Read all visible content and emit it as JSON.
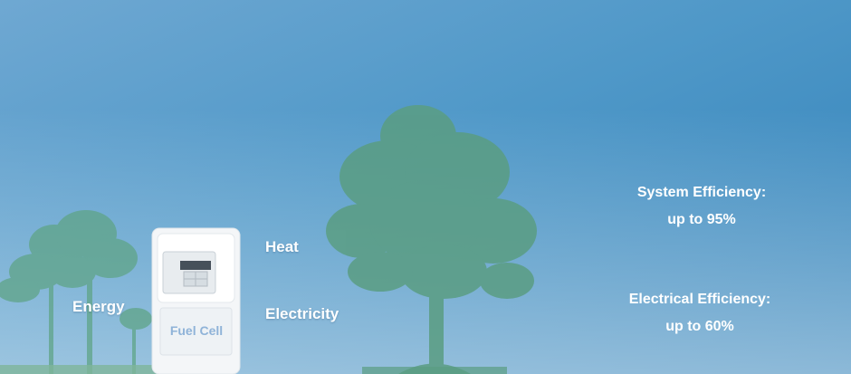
{
  "labels": {
    "energy": "Energy",
    "heat": "Heat",
    "electricity": "Electricity",
    "fuel_cell": "Fuel Cell"
  },
  "house": {
    "upper_title": "System Efficiency:",
    "upper_value": "up to 95%",
    "lower_title": "Electrical Efficiency:",
    "lower_value": "up to 60%"
  },
  "colors": {
    "sky_top": "#3f8dc2",
    "sky_bottom": "#b6d6ea",
    "tree": "#5a9d82",
    "house_line": "#ffffff",
    "fuel_cell_label": "#8fb3d8"
  },
  "icons": [
    "tree-icon",
    "fuel-cell-unit-icon",
    "house-icon",
    "arrow-icon"
  ]
}
